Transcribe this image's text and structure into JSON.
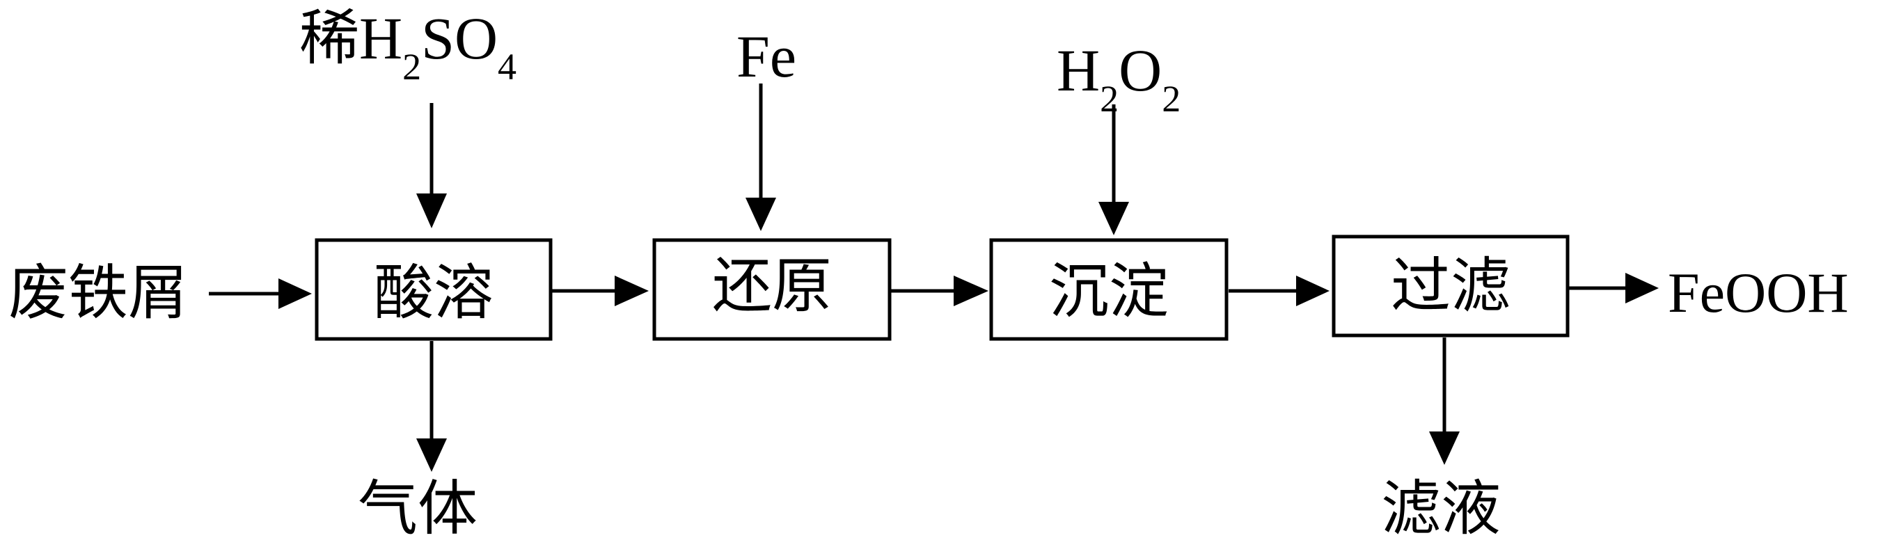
{
  "diagram": {
    "input_left": "废铁屑",
    "steps": [
      "酸溶",
      "还原",
      "沉淀",
      "过滤"
    ],
    "reagents": {
      "acid": {
        "prefix": "稀",
        "formula": "H2SO4"
      },
      "reduce": "Fe",
      "oxidize": "H2O2"
    },
    "byproducts": {
      "gas": "气体",
      "filtrate": "滤液"
    },
    "product": "FeOOH",
    "colors": {
      "line": "#000000",
      "background": "#ffffff"
    }
  }
}
